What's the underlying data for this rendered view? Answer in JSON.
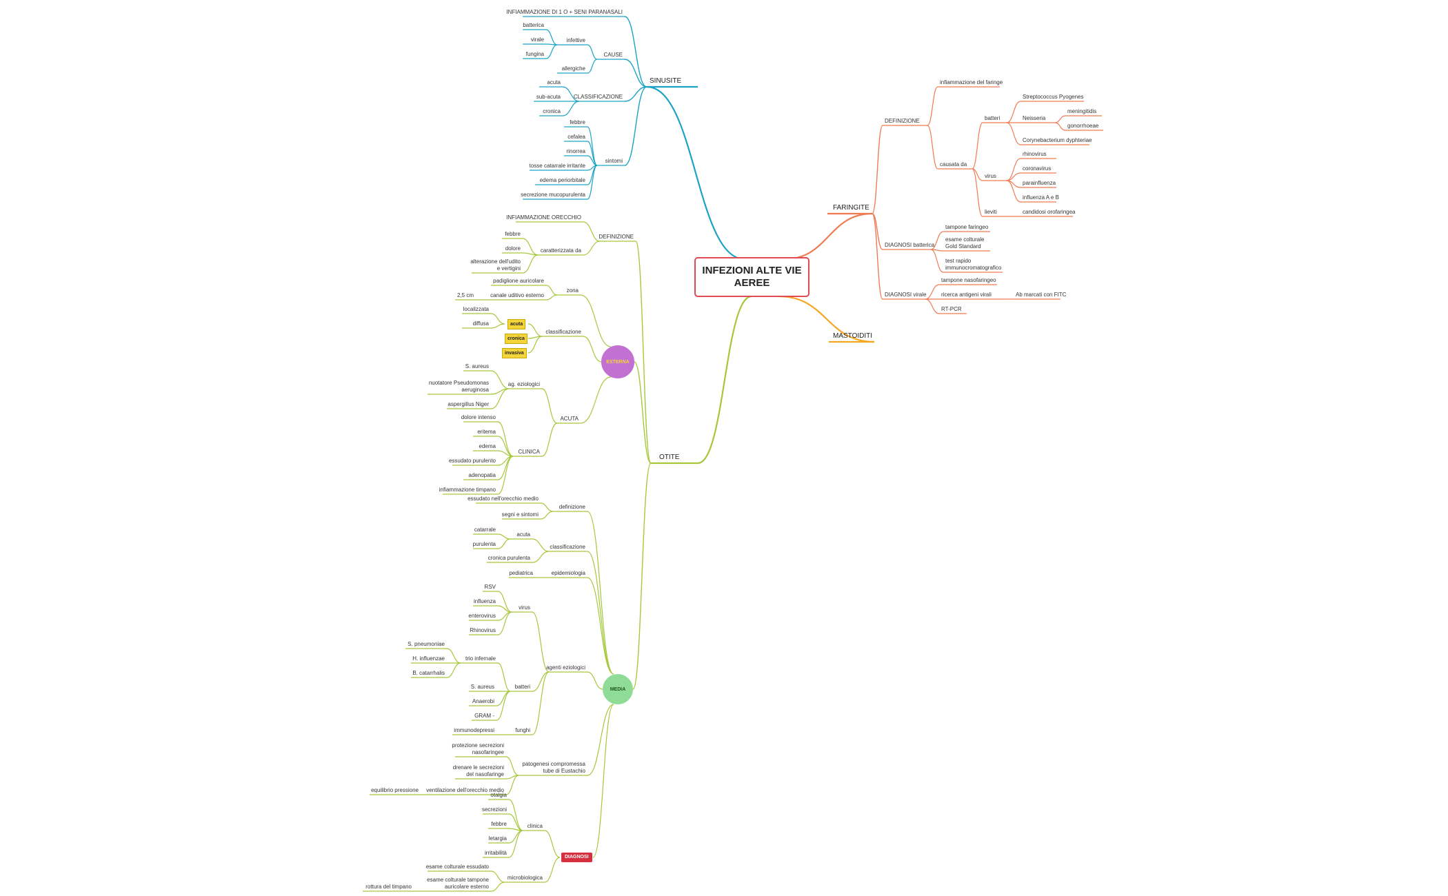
{
  "root": "INFEZIONI ALTE VIE\nAEREE",
  "colors": {
    "sinusite": "#1aa3c4",
    "faringite": "#f07a52",
    "mastoiditi": "#f5a623",
    "otite": "#a6c73a",
    "esterna": "#c271d2",
    "media": "#8fdc97",
    "diagnosi": "#d63040",
    "highlight": "#f3d43a"
  },
  "icons": {
    "circle": "circle-node-icon"
  },
  "sinusite": {
    "title": "SINUSITE",
    "infiammazione": "INFIAMMAZIONE DI 1 O + SENI PARANASALI",
    "cause": "CAUSE",
    "infettive": "infettive",
    "batterica": "batterica",
    "virale": "virale",
    "fungina": "fungina",
    "allergiche": "allergiche",
    "classificazione": "CLASSIFICAZIONE",
    "acuta": "acuta",
    "subacuta": "sub-acuta",
    "cronica": "cronica",
    "sintomi": "sintomi",
    "febbre": "febbre",
    "cefalea": "cefalea",
    "rinorrea": "rinorrea",
    "tosse": "tosse catarrale irritante",
    "edema": "edema periorbitale",
    "secrezione": "secrezione mucopurulenta"
  },
  "faringite": {
    "title": "FARINGITE",
    "definizione": "DEFINIZIONE",
    "infiammazione": "infiammazione del faringe",
    "causata": "causata da",
    "batteri": "batteri",
    "strepto": "Streptococcus Pyogenes",
    "neisseria": "Neisseria",
    "meningitidis": "meningitidis",
    "gonorrhoeae": "gonorrhoeae",
    "coryne": "Corynebacterium dyphteriae",
    "virus": "virus",
    "rhinovirus": "rhinovirus",
    "coronavirus": "coronavirus",
    "parainfluenza": "parainfluenza",
    "influenza": "influenza A e B",
    "lieviti": "lieviti",
    "candidosi": "candidosi orofaringea",
    "diagBatt": "DIAGNOSI batterica",
    "tampone": "tampone faringeo",
    "esame": "esame colturale\nGold Standard",
    "test": "test rapido\nimmunocromatografico",
    "diagVir": "DIAGNOSI virale",
    "tamponeNaso": "tampone nasofaringeo",
    "ricerca": "ricerca antigeni virali",
    "ab": "Ab marcati con FITC",
    "rtpcr": "RT-PCR"
  },
  "mastoiditi": {
    "title": "MASTOIDITI"
  },
  "otite": {
    "title": "OTITE",
    "definizione": "DEFINIZIONE",
    "infiammazione": "INFIAMMAZIONE ORECCHIO",
    "caratterizzata": "caratterizzata da",
    "febbre": "febbre",
    "dolore": "dolore",
    "alterazione": "alterazione dell'udito\ne vertigini",
    "esterna": {
      "label": "ESTERNA",
      "zona": "zona",
      "padiglione": "padiglione auricolare",
      "canale": "canale uditivo esterno",
      "cm": "2,5 cm",
      "classificazione": "classificazione",
      "localizzata": "localizzata",
      "diffusa": "diffusa",
      "acuta": "acuta",
      "cronica": "cronica",
      "invasiva": "invasiva",
      "acutaNode": "ACUTA",
      "ag": "ag. eziologici",
      "saureus": "S. aureus",
      "nuotatore": "nuotatore Pseudomonas\naeruginosa",
      "aspergillus": "aspergillus Niger",
      "clinica": "CLINICA",
      "dolore": "dolore intenso",
      "eritema": "eritema",
      "edema": "edema",
      "essudato": "essudato purulento",
      "adenopatia": "adenopatia",
      "timpano": "infiammazione timpano"
    },
    "media": {
      "label": "MEDIA",
      "definizione": "definizione",
      "essudatoMedio": "essudato nell'orecchio medio",
      "segni": "segni e sintomi",
      "classificazione": "classificazione",
      "acuta": "acuta",
      "catarrale": "catarrale",
      "purulenta": "purulenta",
      "cronica": "cronica purulenta",
      "epidemiologia": "epidemiologia",
      "pediatrica": "pediatrica",
      "agenti": "agenti eziologici",
      "virus": "virus",
      "rsv": "RSV",
      "influenza": "influenza",
      "enterovirus": "enterovirus",
      "rhinovirus": "Rhinovirus",
      "batteri": "batteri",
      "trio": "trio infernale",
      "spneumoniae": "S. pneumoniae",
      "hinfluenzae": "H. influenzae",
      "bcatarrhalis": "B. catarrhalis",
      "saureus": "S. aureus",
      "anaerobi": "Anaerobi",
      "gram": "GRAM -",
      "funghi": "funghi",
      "immuno": "immunodepressi",
      "patogenesi": "patogenesi compromessa\ntube di Eustachio",
      "protezione": "protezione secrezioni\nnasofaringee",
      "drenare": "drenare le secrezioni\ndel nasofaringe",
      "ventilazione": "ventilazione dell'orecchio medio",
      "equilibrio": "equilibrio pressione",
      "diagnosi": "DIAGNOSI",
      "clinica": "clinica",
      "otalgia": "otalgia",
      "secrezioni": "secrezioni",
      "febbre": "febbre",
      "letargia": "letargia",
      "irritabilita": "irritabilità",
      "micro": "microbiologica",
      "esameEssudato": "esame colturale essudato",
      "esameTampone": "esame colturale tampone\nauricolare esterno",
      "rottura": "rottura del timpano"
    }
  }
}
